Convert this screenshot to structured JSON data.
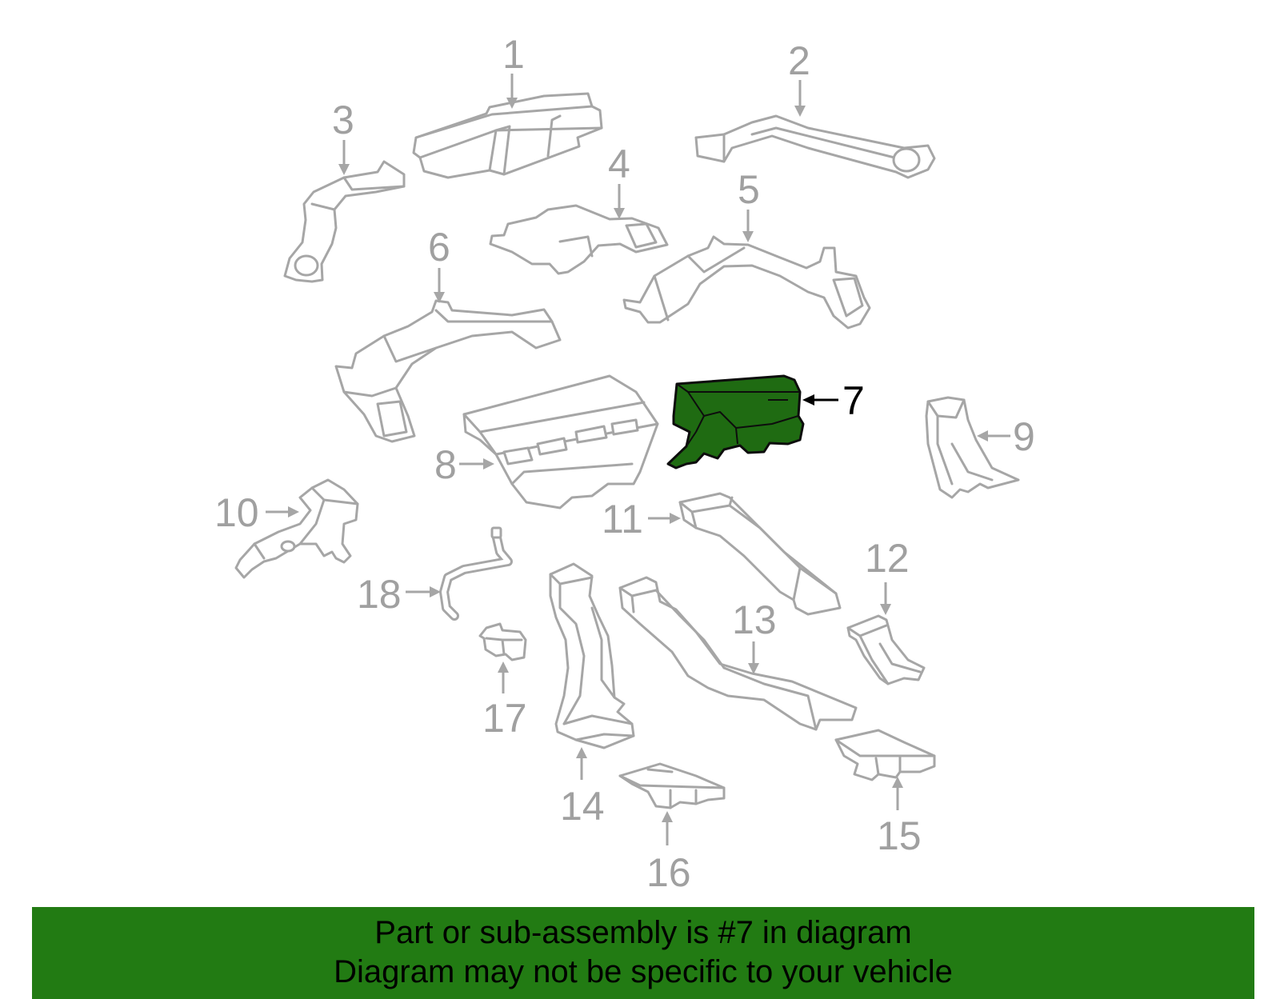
{
  "diagram": {
    "highlighted_part": "7",
    "callouts": [
      "1",
      "2",
      "3",
      "4",
      "5",
      "6",
      "7",
      "8",
      "9",
      "10",
      "11",
      "12",
      "13",
      "14",
      "15",
      "16",
      "17",
      "18"
    ]
  },
  "banner": {
    "line1": "Part or sub-assembly is #7 in diagram",
    "line2": "Diagram may not be specific to your vehicle"
  },
  "colors": {
    "banner_bg": "#227b13",
    "highlight_fill": "#1f6b12",
    "part_stroke": "#a6a6a6"
  }
}
